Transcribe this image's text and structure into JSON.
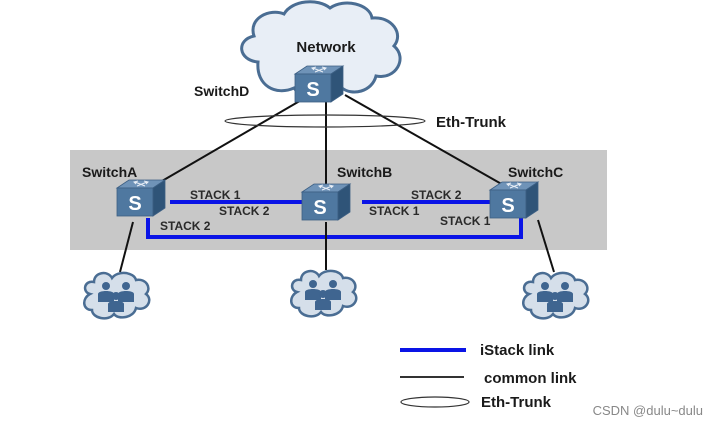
{
  "diagram": {
    "cloud_label": "Network",
    "switches": {
      "D": {
        "name": "SwitchD",
        "glyph": "S"
      },
      "A": {
        "name": "SwitchA",
        "glyph": "S"
      },
      "B": {
        "name": "SwitchB",
        "glyph": "S"
      },
      "C": {
        "name": "SwitchC",
        "glyph": "S"
      }
    },
    "trunk_label": "Eth-Trunk",
    "stack_labels": {
      "a_to_b_top": "STACK 1",
      "a_to_b_bottom": "STACK 2",
      "b_to_c_top": "STACK 2",
      "b_to_c_bottom": "STACK 1",
      "c_loop": "STACK 1",
      "a_loop": "STACK 2"
    },
    "colors": {
      "istack_link": "#0a14e6",
      "common_link": "#111111",
      "stack_area": "#c8c8c8",
      "switch_body": "#4f78a0",
      "cloud_fill": "#e8eef6",
      "cloud_edge": "#4a6d93",
      "user_group_fill": "#d5dfea",
      "user_icon": "#3f6590"
    }
  },
  "legend": {
    "items": [
      {
        "key": "istack",
        "label": "iStack link"
      },
      {
        "key": "common",
        "label": "common link"
      },
      {
        "key": "trunk",
        "label": "Eth-Trunk"
      }
    ]
  },
  "watermark": "CSDN @dulu~dulu"
}
